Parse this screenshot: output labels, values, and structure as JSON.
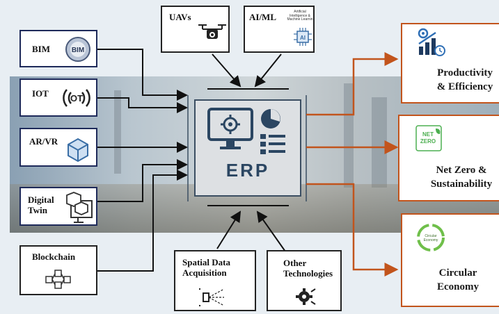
{
  "inputs_left": [
    {
      "label": "BIM",
      "icon": "bim-icon"
    },
    {
      "label": "IOT",
      "icon": "iot-icon"
    },
    {
      "label": "AR/VR",
      "icon": "ar-vr-icon"
    },
    {
      "label": "Digital\nTwin",
      "icon": "digital-twin-icon"
    },
    {
      "label": "Blockchain",
      "icon": "blockchain-icon"
    }
  ],
  "inputs_top": [
    {
      "label": "UAVs",
      "icon": "drone-icon"
    },
    {
      "label": "AI/ML",
      "sublabel": "Artificial\nIntelligence &\nMachine Learnin",
      "icon": "ai-chip-icon"
    }
  ],
  "inputs_bottom": [
    {
      "label": "Spatial Data\nAcquisition",
      "icon": "scanner-icon"
    },
    {
      "label": "Other\nTechnologies",
      "icon": "gear-icon"
    }
  ],
  "center": {
    "label": "ERP",
    "icon": "computer-gear-icon"
  },
  "outputs": [
    {
      "label": "Productivity\n& Efficiency",
      "icon": "growth-chart-icon"
    },
    {
      "label": "Net Zero &\nSustainability",
      "icon": "net-zero-icon",
      "badge": "NET\nZERO"
    },
    {
      "label": "Circular\nEconomy",
      "icon": "circular-economy-icon",
      "badge": "Circular\nEconomy"
    }
  ],
  "colors": {
    "navy": "#1e2a5a",
    "orange": "#c2541c",
    "erp_blue": "#2b4662"
  }
}
